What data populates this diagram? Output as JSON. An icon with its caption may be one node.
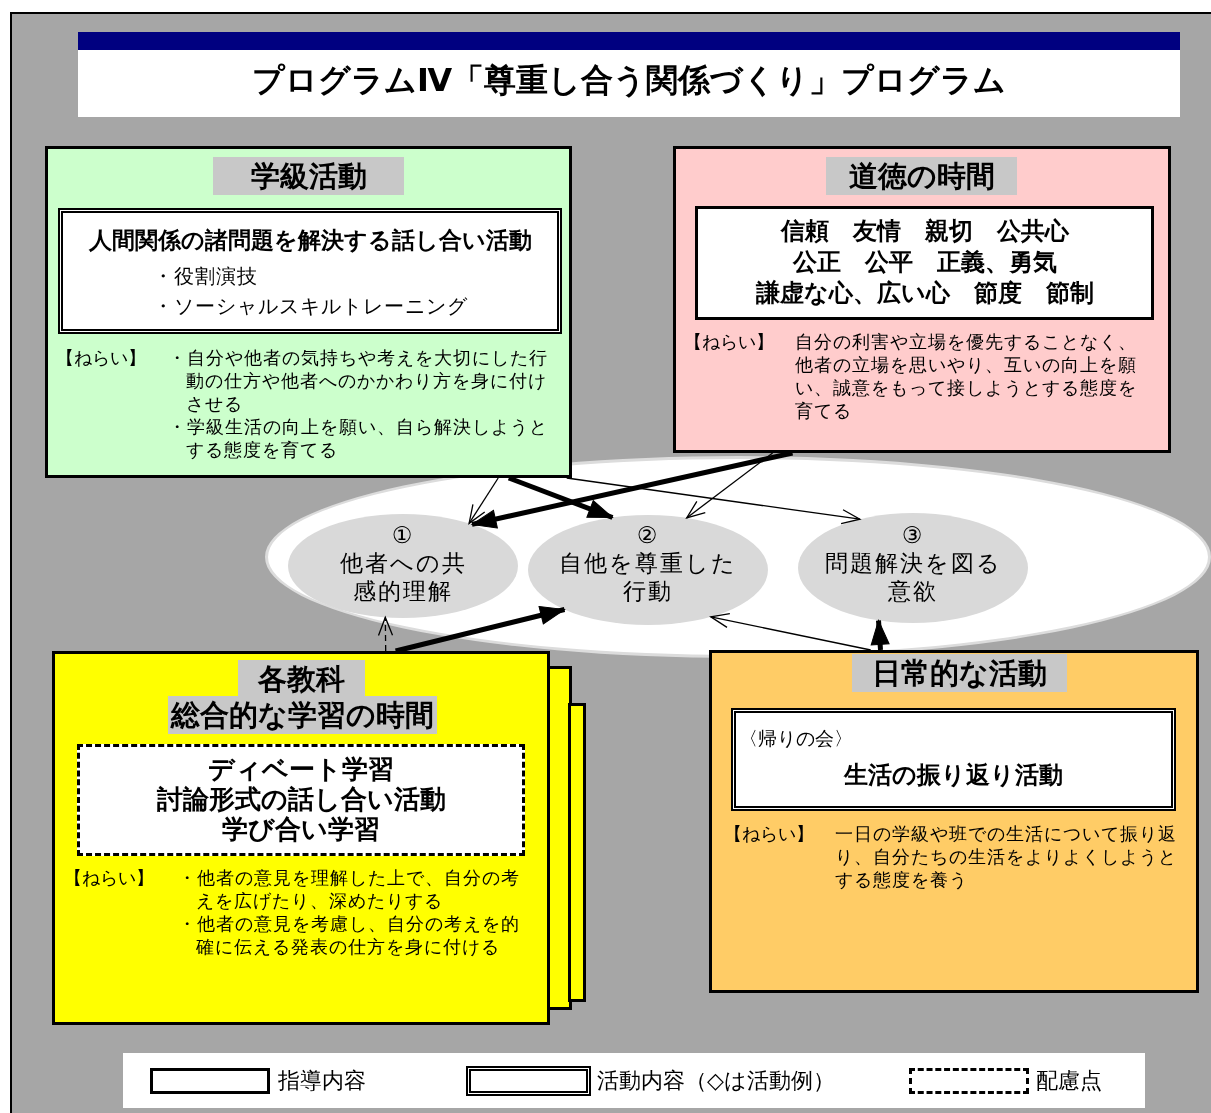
{
  "diagram": {
    "title": "プログラムⅣ「尊重し合う関係づくり」プログラム",
    "nodes": [
      {
        "text": [
          "学級活動",
          "【ねらい】",
          "・自分や他者の気持ちや考えを大切にした行動の仕方や他者へのかかわり方を身に付けさせる",
          "・学級生活の向上を願い、自ら解決しようとする態度を育てる"
        ]
      },
      {
        "text": [
          "人間関係の諸問題を解決する話し合い活動",
          "・役割演技",
          "・ソーシャルスキルトレーニング"
        ],
        "in": 0
      },
      {
        "text": [
          "道徳の時間",
          "【ねらい】",
          "自分の利害や立場を優先することなく、他者の立場を思いやり、互いの向上を願い、誠意をもって接しようとする態度を育てる"
        ]
      },
      {
        "text": [
          "信頼　友情　親切　公共心",
          "公正　公平　正義、勇気",
          "謙虚な心、広い心　節度　節制"
        ],
        "in": 2
      },
      {
        "text": [],
        "shape": "ellipse"
      },
      {
        "text": [
          "①",
          "他者への共感的理解"
        ],
        "in": 4
      },
      {
        "text": [
          "②",
          "自他を尊重した行動"
        ],
        "in": 4
      },
      {
        "text": [
          "③",
          "問題解決を図る意欲"
        ],
        "in": 4
      },
      {
        "text": [
          "各教科",
          "総合的な学習の時間",
          "【ねらい】",
          "・他者の意見を理解した上で、自分の考えを広げたり、深めたりする",
          "・他者の意見を考慮し、自分の考えを的確に伝える発表の仕方を身に付ける"
        ]
      },
      {
        "text": [
          "ディベート学習",
          "討論形式の話し合い活動",
          "学び合い学習"
        ],
        "in": 8
      },
      {
        "text": [
          "日常的な活動",
          "【ねらい】",
          "一日の学級や班での生活について振り返り、自分たちの生活をよりよくしようとする態度を養う"
        ]
      },
      {
        "text": [
          "〈帰りの会〉",
          "生活の振り返り活動"
        ],
        "in": 10
      }
    ],
    "edges": [
      {
        "from": 0,
        "to": 6,
        "arrow": "to",
        "style": "thick"
      },
      {
        "from": 0,
        "to": 5,
        "arrow": "to"
      },
      {
        "from": 0,
        "to": 7,
        "arrow": "to"
      },
      {
        "from": 2,
        "to": 5,
        "arrow": "to",
        "style": "thick"
      },
      {
        "from": 2,
        "to": 6,
        "arrow": "to"
      },
      {
        "from": 8,
        "to": 6,
        "arrow": "to",
        "style": "thick"
      },
      {
        "from": 8,
        "to": 5,
        "arrow": "to",
        "style": "dashed"
      },
      {
        "from": 10,
        "to": 7,
        "arrow": "to",
        "style": "thick"
      },
      {
        "from": 10,
        "to": 6,
        "arrow": "to"
      }
    ],
    "legend": [
      {
        "text": "指導内容"
      },
      {
        "text": "活動内容（◇は活動例）"
      },
      {
        "text": "配慮点"
      }
    ]
  }
}
